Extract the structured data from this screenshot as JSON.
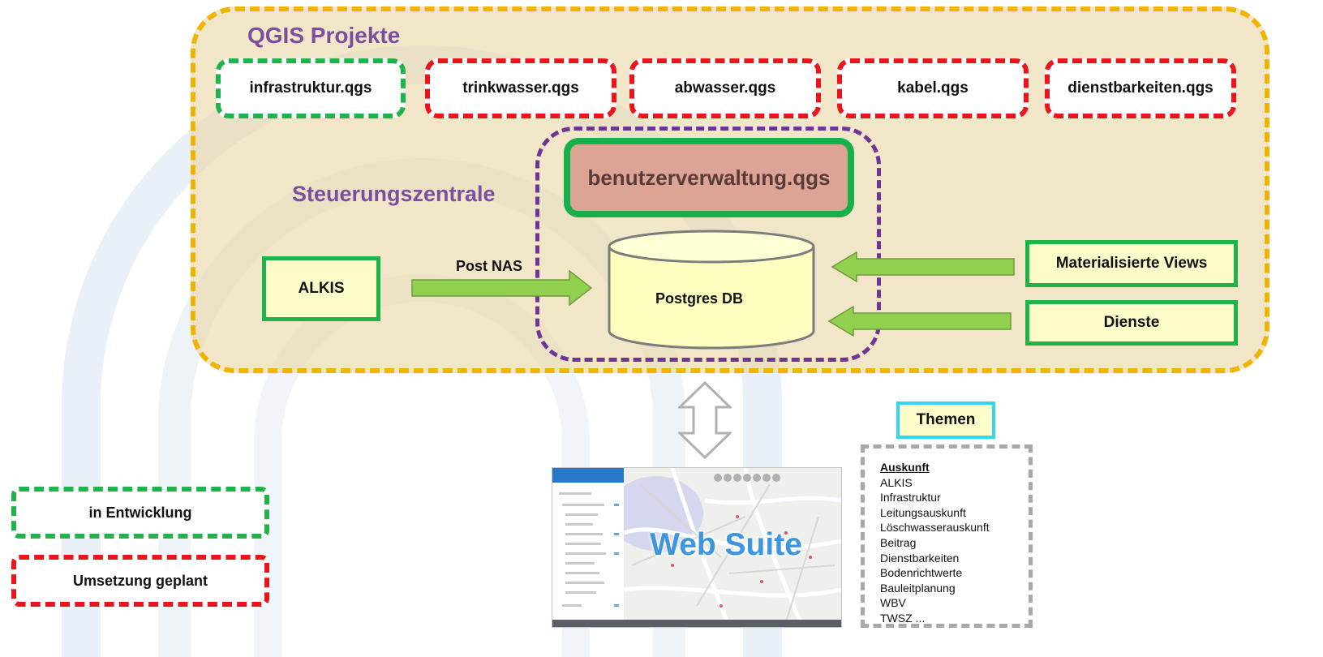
{
  "group_title": "QGIS Projekte",
  "projects": [
    {
      "label": "infrastruktur.qgs",
      "status": "in Entwicklung"
    },
    {
      "label": "trinkwasser.qgs",
      "status": "Umsetzung geplant"
    },
    {
      "label": "abwasser.qgs",
      "status": "Umsetzung geplant"
    },
    {
      "label": "kabel.qgs",
      "status": "Umsetzung geplant"
    },
    {
      "label": "dienstbarkeiten.qgs",
      "status": "Umsetzung geplant"
    }
  ],
  "control_center": {
    "title": "Steuerungszentrale",
    "admin_project": "benutzerverwaltung.qgs",
    "database": "Postgres DB"
  },
  "sources": {
    "alkis": "ALKIS",
    "import_label": "Post NAS",
    "views": "Materialisierte Views",
    "services": "Dienste"
  },
  "web_suite": {
    "title": "Web Suite"
  },
  "themes": {
    "title": "Themen",
    "items": [
      "Auskunft",
      "ALKIS",
      "Infrastruktur",
      "Leitungsauskunft",
      "Löschwasserauskunft",
      "Beitrag",
      "Dienstbarkeiten",
      "Bodenrichtwerte",
      "Bauleitplanung",
      "WBV",
      "TWSZ ..."
    ]
  },
  "legend": [
    {
      "label": "in Entwicklung",
      "color": "#22b14c"
    },
    {
      "label": "Umsetzung geplant",
      "color": "#e8161c"
    }
  ],
  "colors": {
    "frame": "#f0b400",
    "in_development": "#22b14c",
    "planned": "#e8161c",
    "control_center": "#6d3596",
    "arrow_fill": "#92d050",
    "web_suite_text": "#3d95de"
  }
}
